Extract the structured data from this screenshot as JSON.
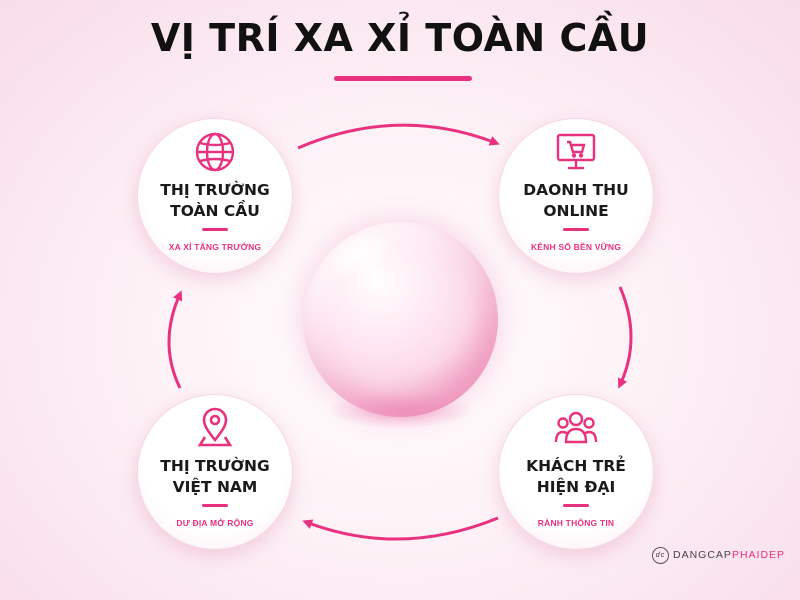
{
  "title": "VỊ TRÍ XA XỈ TOÀN CẦU",
  "accent_color": "#e8327f",
  "nodes": [
    {
      "label": "THỊ TRƯỜNG\nTOÀN CẦU",
      "sub": "XA XỈ TĂNG TRƯỞNG",
      "icon": "globe-icon"
    },
    {
      "label": "DAONH THU\nONLINE",
      "sub": "KÊNH SỐ BỀN VỮNG",
      "icon": "monitor-cart-icon"
    },
    {
      "label": "KHÁCH TRẺ\nHIỆN ĐẠI",
      "sub": "RÀNH THÔNG TIN",
      "icon": "users-icon"
    },
    {
      "label": "THỊ TRƯỜNG\nVIỆT NAM",
      "sub": "DƯ ĐỊA MỞ RỘNG",
      "icon": "location-pin-icon"
    }
  ],
  "brand": {
    "name_part1": "DANGCAP",
    "name_part2": "PHAIDEP"
  }
}
